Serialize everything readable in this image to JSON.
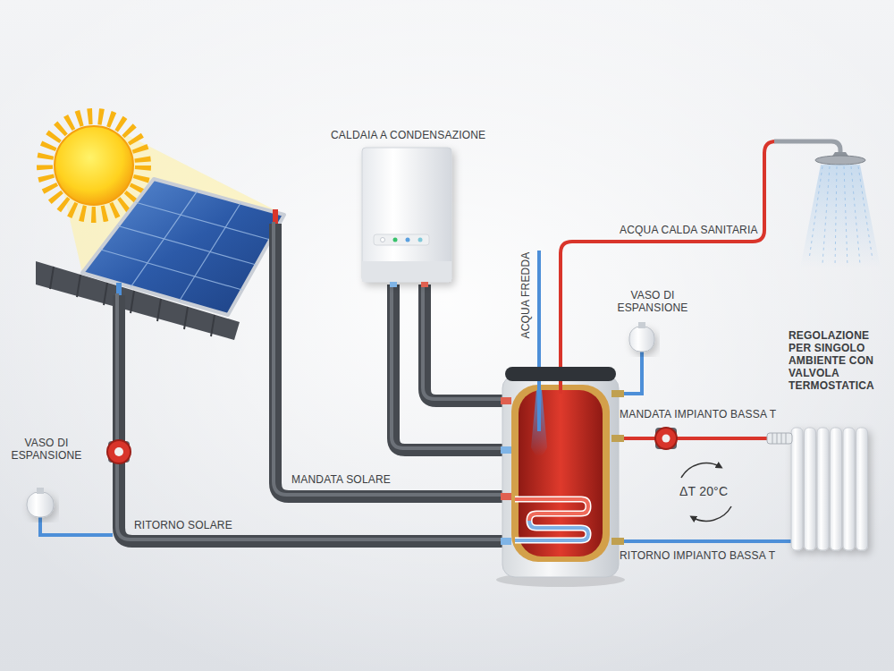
{
  "diagram": {
    "labels": [
      "CALDAIA A CONDENSAZIONE",
      "ACQUA CALDA SANITARIA",
      "ACQUA FREDDA",
      "VASO DI ESPANSIONE",
      "REGOLAZIONE PER SINGOLO AMBIENTE CON VALVOLA TERMOSTATICA",
      "VASO DI ESPANSIONE",
      "MANDATA SOLARE",
      "MANDATA IMPIANTO BASSA T",
      "ΔT 20°C",
      "RITORNO SOLARE",
      "RITORNO IMPIANTO BASSA T"
    ]
  }
}
